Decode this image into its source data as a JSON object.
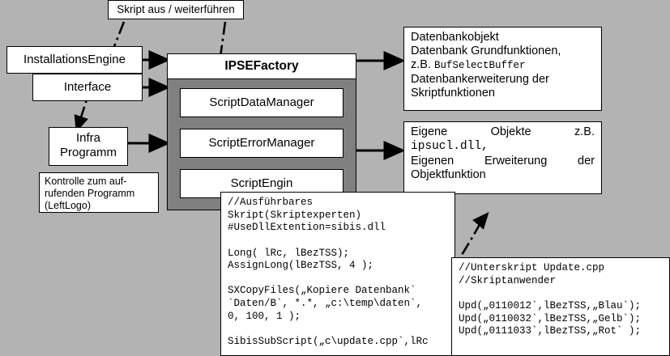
{
  "diagram": {
    "background_color": "#b3b3b3",
    "container_color": "#808080",
    "node_color": "#ffffff",
    "line_color": "#000000"
  },
  "labels": {
    "skript_header": "Skript aus / weiterführen",
    "installations_engine": "InstallationsEngine",
    "interface": "Interface",
    "infra_program_line1": "Infra",
    "infra_program_line2": "Programm",
    "kontrolle_line1": "Kontrolle zum auf-",
    "kontrolle_line2": "rufenden  Programm",
    "kontrolle_line3": "(LeftLogo)",
    "ipsefactory_title": "IPSEFactory",
    "script_data_manager": "ScriptDataManager",
    "script_error_manager": "ScriptErrorManager",
    "script_engin": "ScriptEngin"
  },
  "right_box_top": {
    "line1": "Datenbankobjekt",
    "line2": "Datenbank Grundfunktionen,",
    "line3_prefix": "z.B. ",
    "line3_mono": "BufSelectBuffer",
    "line4": "Datenbankerweiterung   der",
    "line5": "Skriptfunktionen"
  },
  "right_box_bottom": {
    "line1_left": "Eigene",
    "line1_mid": "Objekte",
    "line1_right": "z.B.",
    "line2_mono": "ipsucl.dll,",
    "line3_left": "Eigenen",
    "line3_mid": "Erweiterung",
    "line3_right": "der",
    "line4": "Objektfunktion"
  },
  "code_box_main": {
    "lines": "//Ausführbares\nSkript(Skriptexperten)\n#UseDllExtention=sibis.dll\n\nLong( lRc, lBezTSS);\nAssignLong(lBezTSS, 4 );\n\nSXCopyFiles(„Kopiere Datenbank`\n`Daten/B`, *.*, „c:\\temp\\daten`,\n0, 100, 1 );\n\nSibisSubScript(„c\\update.cpp`,lRc"
  },
  "code_box_sub": {
    "lines": "//Unterskript Update.cpp\n//Skriptanwender\n\nUpd(„0110012`,lBezTSS,„Blau`);\nUpd(„0110032`,lBezTSS,„Gelb`);\nUpd(„0111033`,lBezTSS,„Rot` );"
  }
}
